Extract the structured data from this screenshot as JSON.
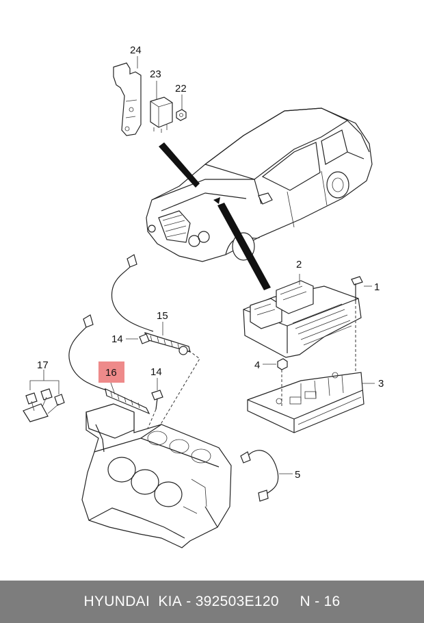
{
  "callouts": {
    "c1": "1",
    "c2": "2",
    "c3": "3",
    "c4": "4",
    "c5": "5",
    "c14a": "14",
    "c14b": "14",
    "c15": "15",
    "c16": "16",
    "c17": "17",
    "c22": "22",
    "c23": "23",
    "c24": "24"
  },
  "highlight_color": "#ee8a8a",
  "footer": {
    "brand": "HYUNDAI  KIA",
    "part_number": "- 392503E120",
    "ref": "N - 16",
    "background": "#7d7d7d"
  }
}
